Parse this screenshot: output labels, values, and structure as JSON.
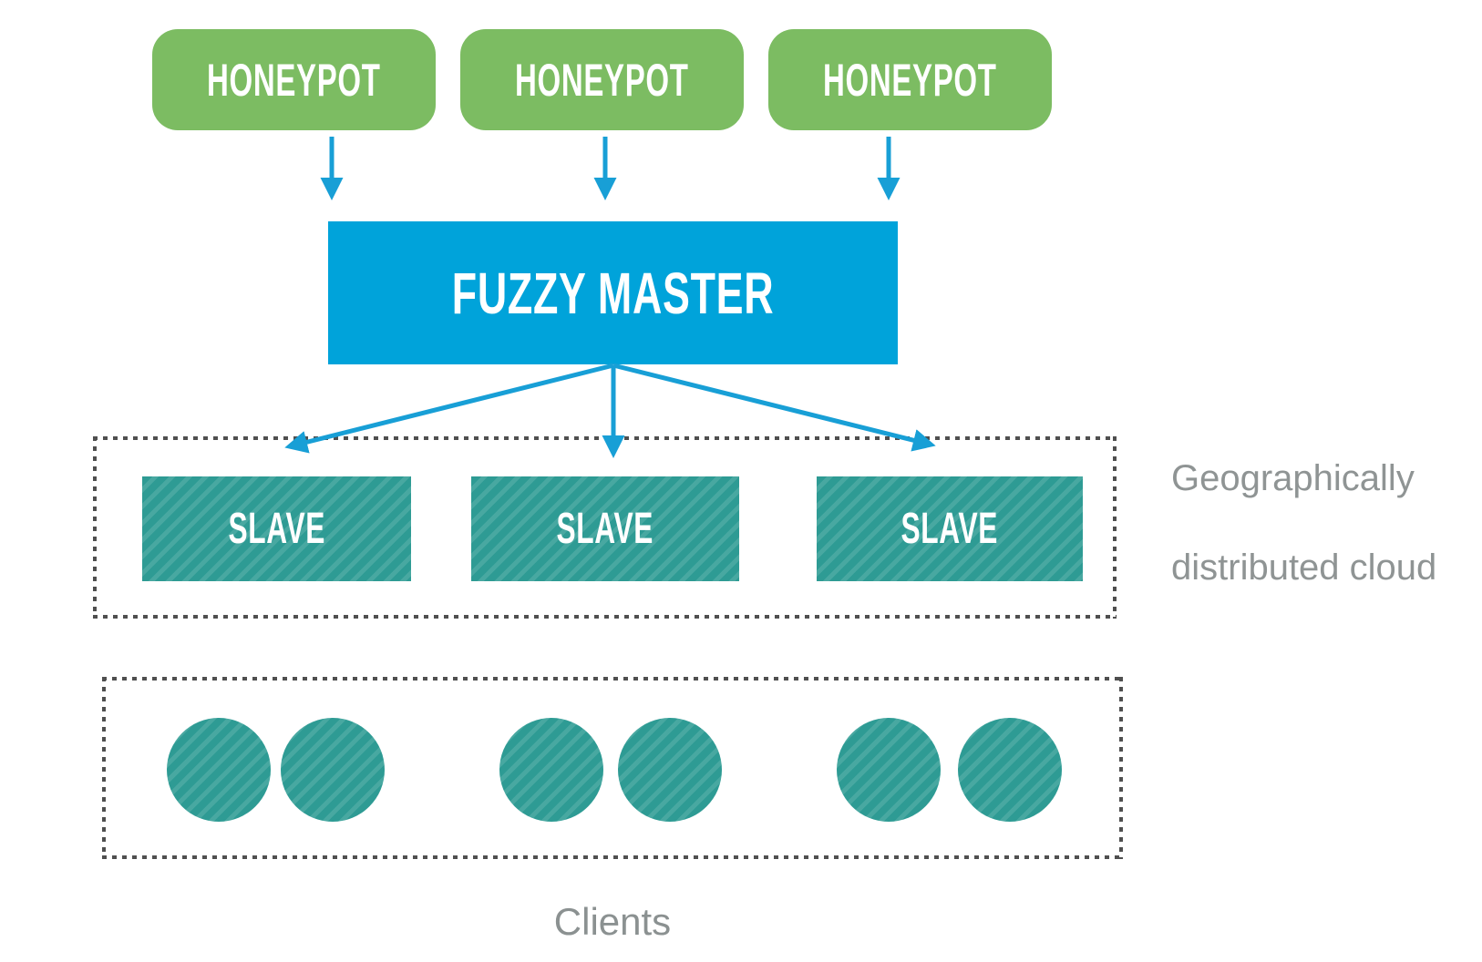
{
  "diagram": {
    "honeypots": [
      {
        "label": "HONEYPOT"
      },
      {
        "label": "HONEYPOT"
      },
      {
        "label": "HONEYPOT"
      }
    ],
    "master": {
      "label": "FUZZY MASTER"
    },
    "slaves": [
      {
        "label": "SLAVE"
      },
      {
        "label": "SLAVE"
      },
      {
        "label": "SLAVE"
      }
    ],
    "cloud_label": {
      "line1": "Geographically",
      "line2": "distributed cloud"
    },
    "clients_label": "Clients",
    "clients_count": 6,
    "colors": {
      "honeypot_green": "#7CBC62",
      "master_blue": "#00A3DA",
      "arrow_blue": "#189FD6",
      "slave_teal_base": "#2E9B94",
      "slave_teal_stripe": "#48A8A1",
      "caption_gray": "#8F9494",
      "dotted_border_gray": "#4F4F4F"
    }
  }
}
